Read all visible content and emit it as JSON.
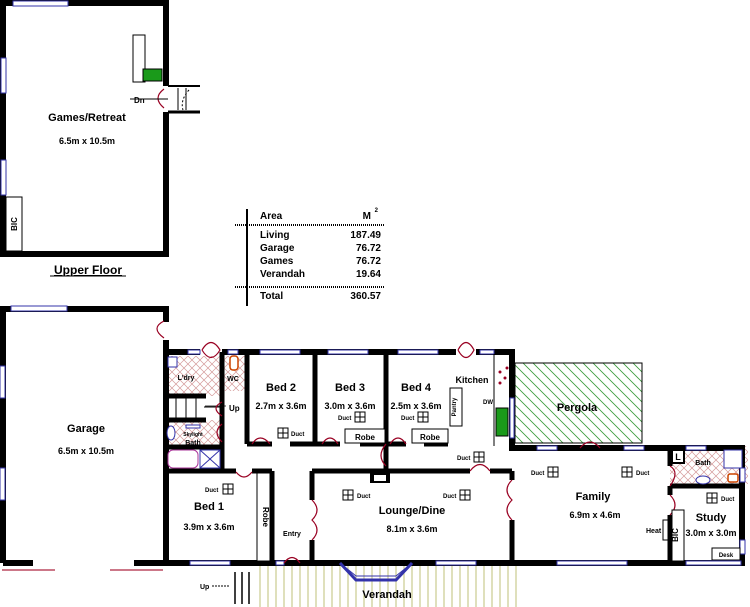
{
  "upper_floor": {
    "caption": "Upper Floor",
    "room": {
      "name": "Games/Retreat",
      "size": "6.5m x 10.5m"
    },
    "bic": "BIC",
    "stairs_label": "Dn"
  },
  "area_table": {
    "header_label": "Area",
    "header_unit": "M",
    "header_unit_sup": "2",
    "rows": [
      {
        "name": "Living",
        "value": "187.49"
      },
      {
        "name": "Garage",
        "value": "76.72"
      },
      {
        "name": "Games",
        "value": "76.72"
      },
      {
        "name": "Verandah",
        "value": "19.64"
      }
    ],
    "total": {
      "name": "Total",
      "value": "360.57"
    }
  },
  "ground_floor": {
    "garage": {
      "name": "Garage",
      "size": "6.5m x 10.5m"
    },
    "laundry": "L'dry",
    "wc": "WC",
    "stairs_up": "Up",
    "bath": "Bath",
    "skylight": "Skylight",
    "bed1": {
      "name": "Bed 1",
      "size": "3.9m x 3.6m"
    },
    "bed2": {
      "name": "Bed 2",
      "size": "2.7m x 3.6m"
    },
    "bed3": {
      "name": "Bed 3",
      "size": "3.0m x 3.6m"
    },
    "bed4": {
      "name": "Bed 4",
      "size": "2.5m x 3.6m"
    },
    "robe": "Robe",
    "duct": "Duct",
    "kitchen": "Kitchen",
    "pantry": "Pantry",
    "dw": "DW",
    "pergola": "Pergola",
    "lounge": {
      "name": "Lounge/Dine",
      "size": "8.1m x 3.6m"
    },
    "entry": "Entry",
    "verandah": "Verandah",
    "verandah_up": "Up",
    "family": {
      "name": "Family",
      "size": "6.9m x 4.6m"
    },
    "bath2": "Bath",
    "linen": "L",
    "heat": "Heat",
    "bic": "BIC",
    "study": {
      "name": "Study",
      "size": "3.0m x 3.0m"
    },
    "desk": "Desk"
  },
  "colors": {
    "wall": "#000000",
    "window": "#3333aa",
    "door": "#990022",
    "tile": "#cc8888",
    "pergola": "#339933",
    "verandah": "#c8cc88",
    "fixture": "#cc4400"
  }
}
